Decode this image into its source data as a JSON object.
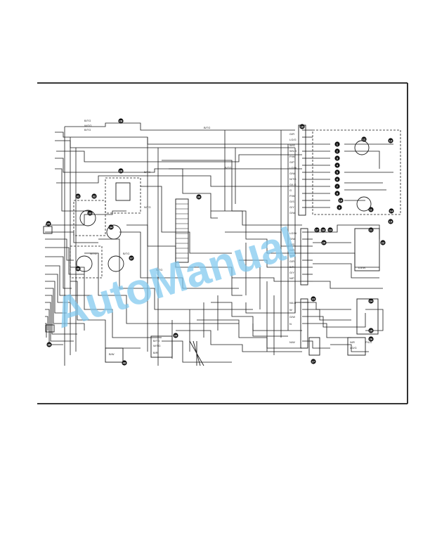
{
  "watermark": "AutoManual",
  "left_labels": [
    "B/TG",
    "W/TG",
    "B/TG",
    "B/TG",
    "N/TG",
    "B/TG",
    "N/TG",
    "B/TG",
    "B/TG",
    "B/TG"
  ],
  "connector_labels": {
    "top_right": [
      "G/R",
      "LG/G",
      "W/G",
      "W/LG",
      "P/W",
      "G/P",
      "LG/W",
      "G/W",
      "N/TG",
      "G/LG",
      "G",
      "P/W",
      "G/S",
      "G/Y",
      "G/W"
    ],
    "mid_right": [
      "LG/W",
      "G/W",
      "G/S",
      "G/R",
      "W/P",
      "G/R",
      "B/R",
      "G/Y",
      "N/P"
    ],
    "lower_right": [
      "N/LG",
      "W",
      "G/W",
      "N",
      "N/W"
    ],
    "misc": [
      "B/TG",
      "W/TG",
      "B/R",
      "LG/W",
      "N/R",
      "LG/G",
      "P/LG",
      "B/W"
    ]
  },
  "components": {
    "top_right_box": [
      "1",
      "2",
      "3",
      "4",
      "5",
      "6",
      "7",
      "8",
      "9",
      "10",
      "11",
      "12",
      "13",
      "14",
      "15",
      "16"
    ],
    "mid_right": [
      "17",
      "18",
      "19",
      "20",
      "21",
      "22"
    ],
    "lower_right": [
      "23",
      "24",
      "25",
      "26",
      "27"
    ],
    "left": [
      "28",
      "29",
      "30",
      "31",
      "32",
      "33",
      "34",
      "35",
      "36",
      "37",
      "38",
      "39",
      "40"
    ]
  },
  "colors": {
    "line": "#1a1a1a",
    "watermark": "#7ec8ee",
    "background": "#ffffff"
  }
}
